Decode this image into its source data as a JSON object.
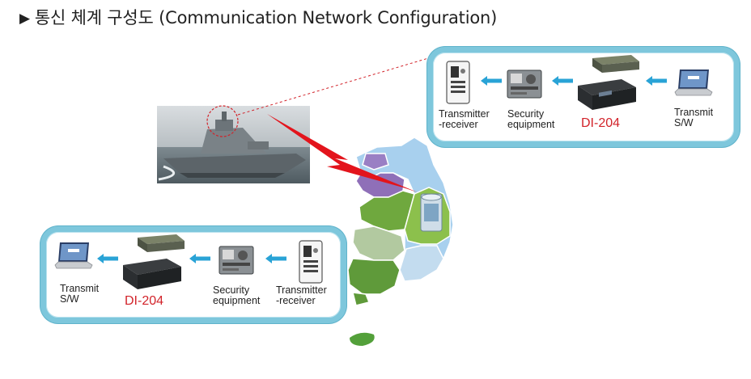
{
  "title": "통신 체계 구성도 (Communication Network Configuration)",
  "title_marker": "▶",
  "top_panel": {
    "transmitter_label": "Transmitter\n-receiver",
    "security_label": "Security\nequipment",
    "model": "DI-204",
    "software_label": "Transmit\nS/W"
  },
  "bottom_panel": {
    "software_label": "Transmit\nS/W",
    "model": "DI-204",
    "security_label": "Security\nequipment",
    "transmitter_label": "Transmitter\n-receiver"
  },
  "colors": {
    "panel_border": "#7ec7dc",
    "arrow": "#29a3d6",
    "model_text": "#d2232a",
    "link_red": "#e3141c"
  }
}
